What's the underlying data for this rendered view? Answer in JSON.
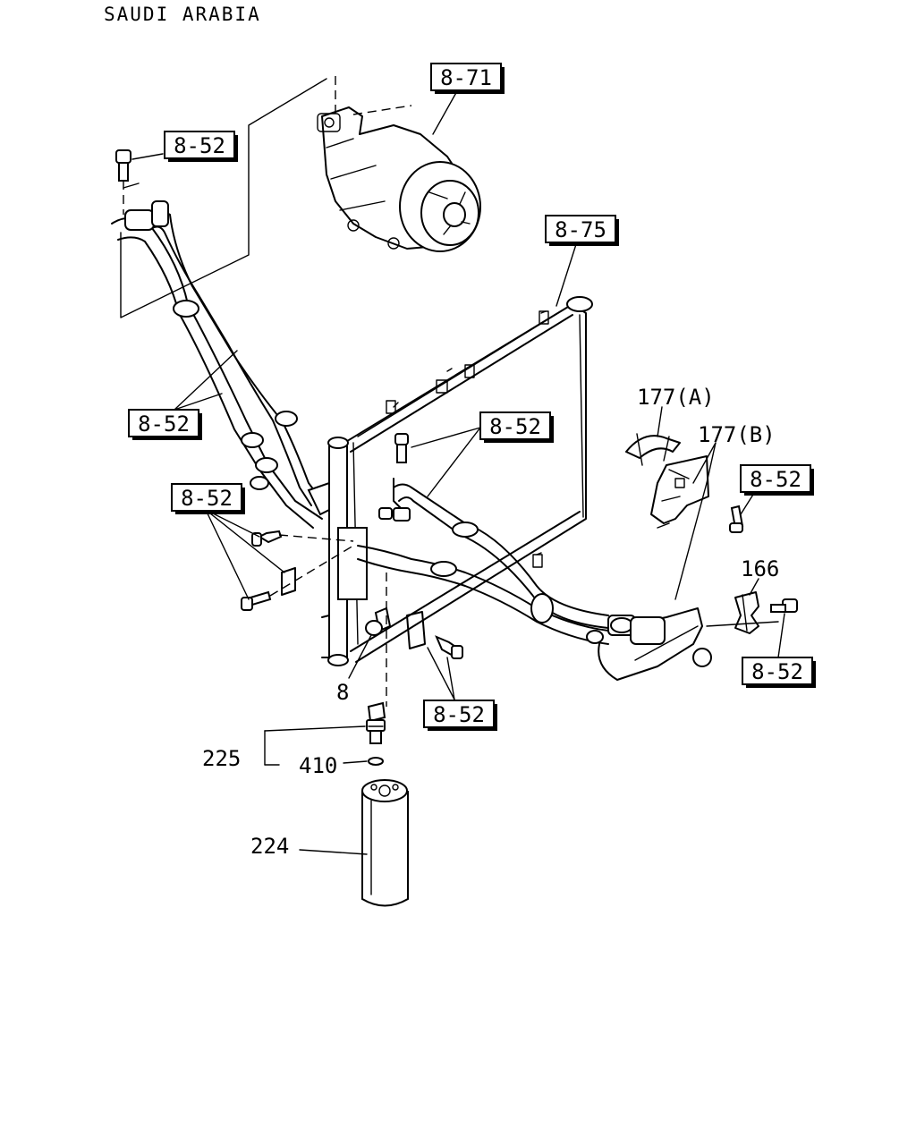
{
  "region_label": "SAUDI ARABIA",
  "callouts": {
    "compressor": "8-71",
    "condenser": "8-75",
    "hose_bolt_top": "8-52",
    "hoses": "8-52",
    "bracket_bolts_left": "8-52",
    "pipe_bolt_center": "8-52",
    "clip_bolt_right": "8-52",
    "lower_bolts": "8-52",
    "right_bolt": "8-52"
  },
  "part_numbers": {
    "clip_a": "177(A)",
    "clip_b": "177(B)",
    "clip_166": "166",
    "sensor_8": "8",
    "switch_assembly": "225",
    "o_ring": "410",
    "receiver_drier": "224"
  }
}
